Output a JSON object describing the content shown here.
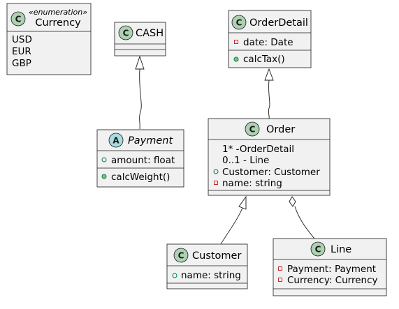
{
  "diagram": {
    "classes": {
      "currency": {
        "stereotype": "«enumeration»",
        "name": "Currency",
        "glyph": "C",
        "values": [
          "USD",
          "EUR",
          "GBP"
        ]
      },
      "cash": {
        "name": "CASH",
        "glyph": "C"
      },
      "payment": {
        "name": "Payment",
        "glyph": "A",
        "fields": [
          "amount: float"
        ],
        "methods": [
          "calcWeight()"
        ]
      },
      "order_detail": {
        "name": "OrderDetail",
        "glyph": "C",
        "fields": [
          "date: Date"
        ],
        "methods": [
          "calcTax()"
        ]
      },
      "order": {
        "name": "Order",
        "glyph": "C",
        "fields": [
          "1* -OrderDetail",
          "0..1 - Line",
          "Customer: Customer",
          "name: string"
        ]
      },
      "customer": {
        "name": "Customer",
        "glyph": "C",
        "fields": [
          "name: string"
        ]
      },
      "line": {
        "name": "Line",
        "glyph": "C",
        "fields": [
          "Payment: Payment",
          "Currency: Currency"
        ]
      }
    },
    "colors": {
      "class_glyph": "#add1b2",
      "abstract_glyph": "#a9dcdf",
      "box_fill": "#f1f1f1",
      "public": "#038048",
      "private": "#c82930"
    }
  }
}
